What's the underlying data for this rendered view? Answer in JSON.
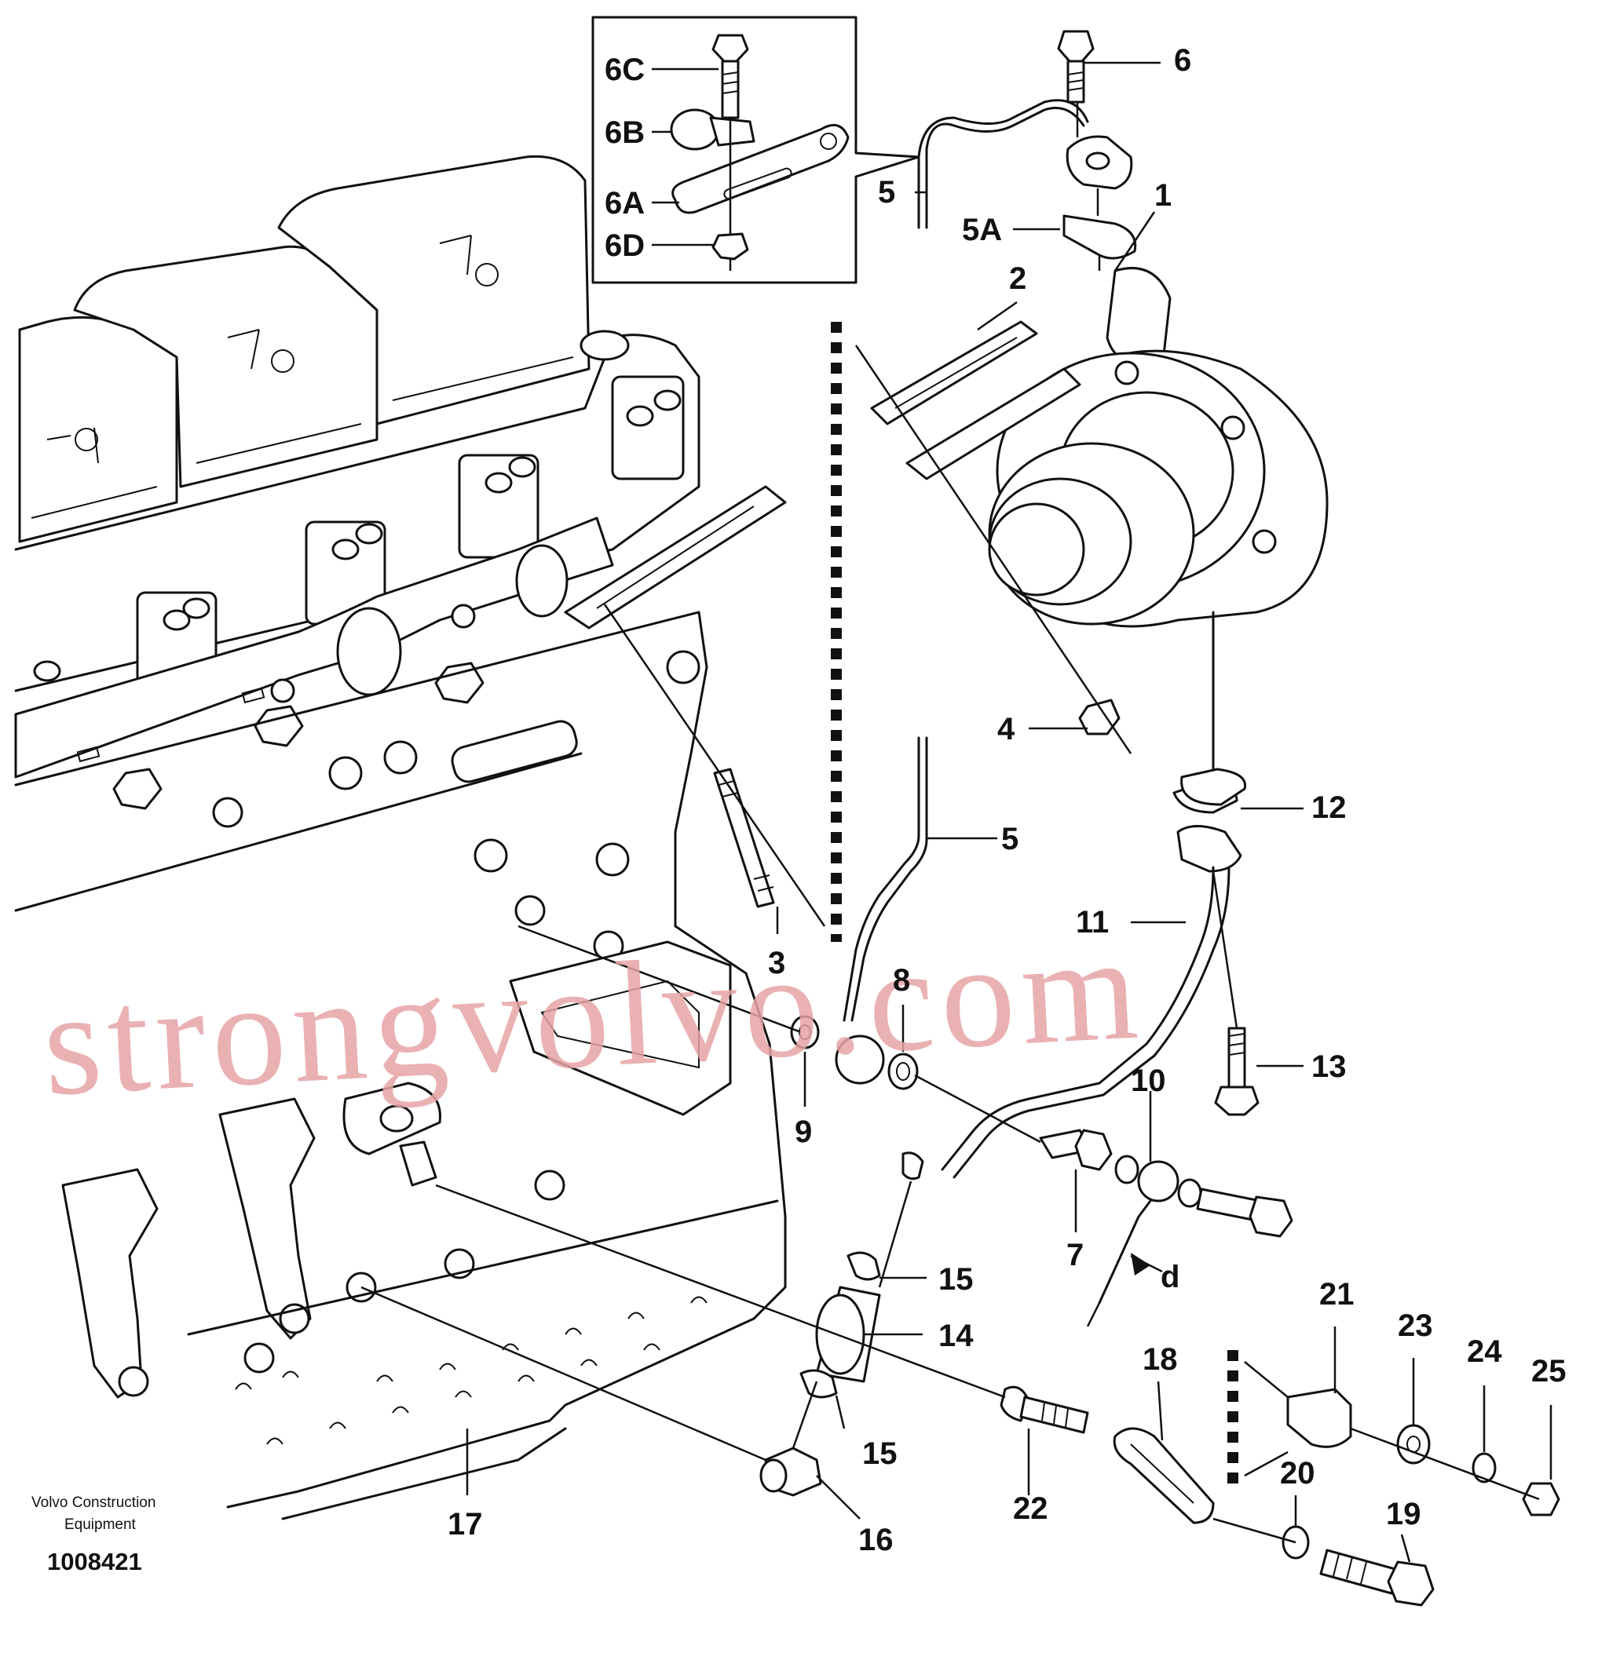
{
  "watermark": {
    "text": "strongvolvo.com",
    "color": "#e6a3a6"
  },
  "credit": {
    "line1": "Volvo Construction",
    "line2": "Equipment"
  },
  "figure_number": "1008421",
  "inset_labels": [
    "6C",
    "6B",
    "6A",
    "6D"
  ],
  "part_labels": {
    "p1": "1",
    "p2": "2",
    "p3": "3",
    "p4": "4",
    "p5a": "5",
    "p5b": "5",
    "p5A": "5A",
    "p6": "6",
    "p7": "7",
    "p8": "8",
    "p9": "9",
    "p10": "10",
    "p11": "11",
    "p12": "12",
    "p13": "13",
    "p14": "14",
    "p15a": "15",
    "p15b": "15",
    "p16": "16",
    "p17": "17",
    "p18": "18",
    "p19": "19",
    "p20": "20",
    "p21": "21",
    "p22": "22",
    "p23": "23",
    "p24": "24",
    "p25": "25",
    "pd": "d"
  }
}
